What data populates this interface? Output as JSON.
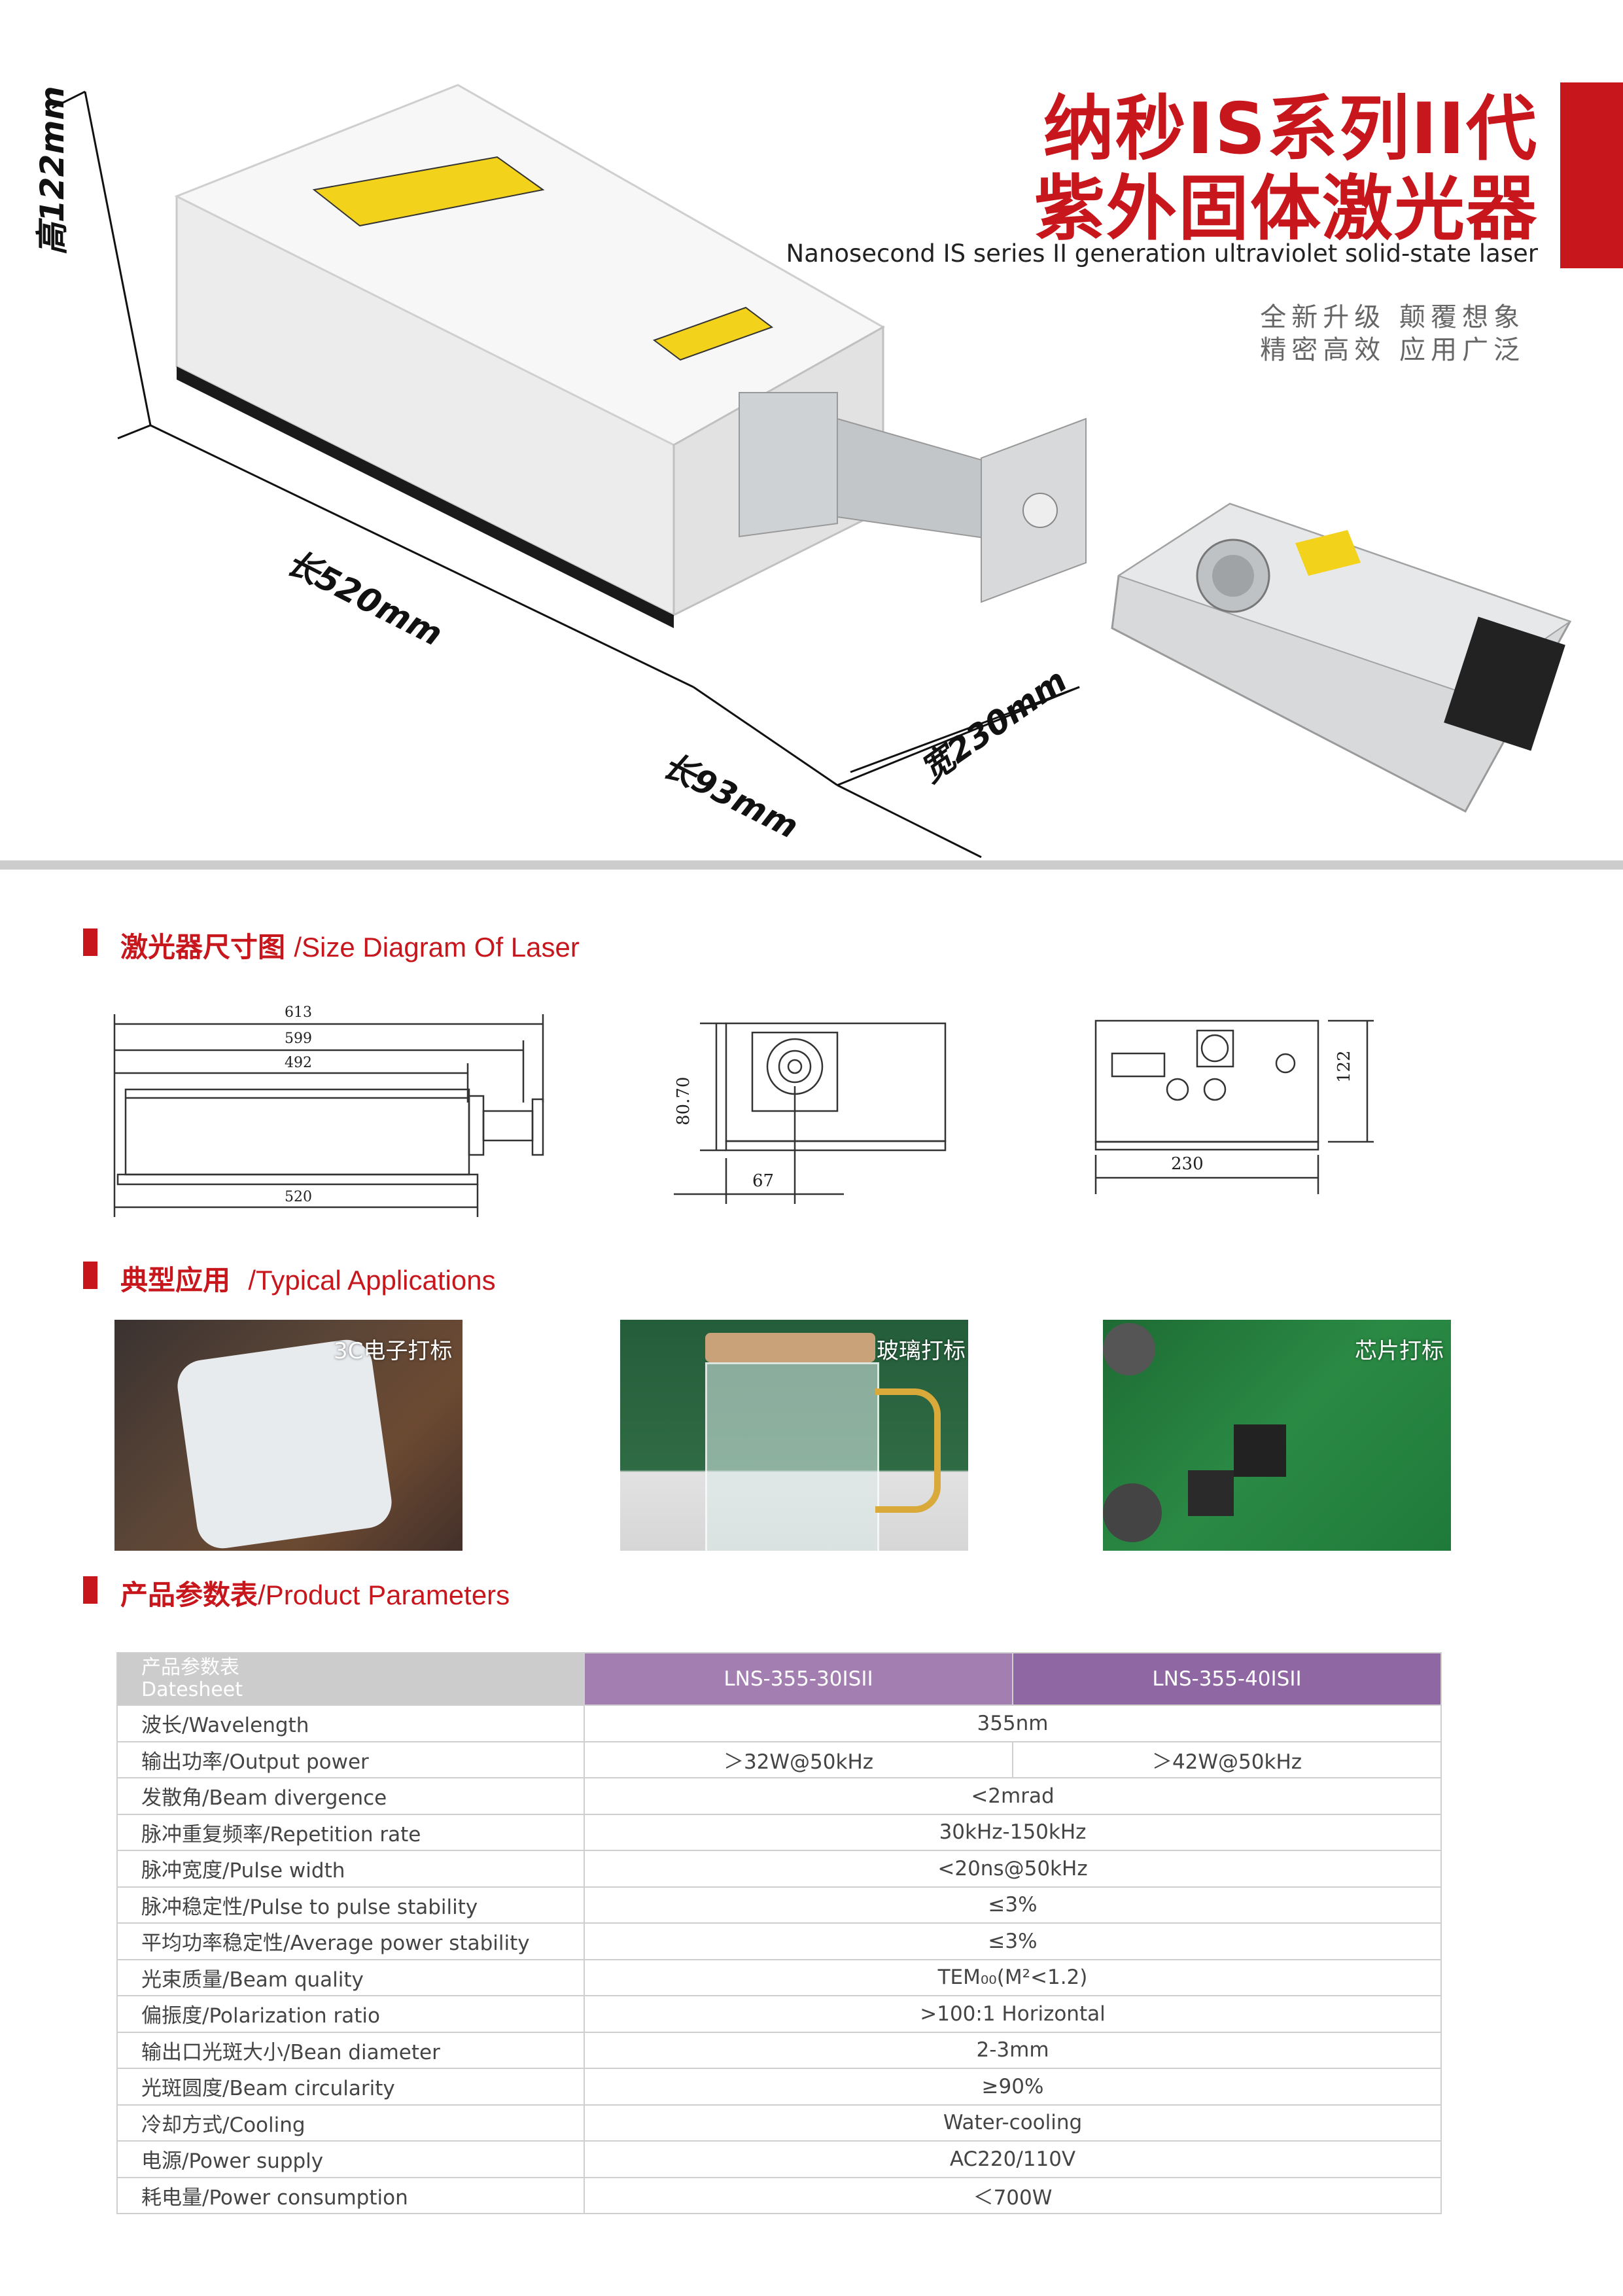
{
  "header": {
    "title_line1": "纳秒IS系列II代",
    "title_line2": "紫外固体激光器",
    "subtitle_en": "Nanosecond IS series II generation ultraviolet solid-state laser",
    "slogan_line1": "全新升级 颠覆想象",
    "slogan_line2": "精密高效 应用广泛"
  },
  "product_dims": {
    "height": "高122mm",
    "length": "长520mm",
    "length2": "长93mm",
    "width": "宽230mm"
  },
  "sections": {
    "size_cn": "激光器尺寸图",
    "size_en": "/Size Diagram Of Laser",
    "apps_cn": "典型应用",
    "apps_en": "/Typical Applications",
    "params_cn": "产品参数表",
    "params_en": "/Product Parameters"
  },
  "drawing": {
    "d613": "613",
    "d599": "599",
    "d492": "492",
    "d520": "520",
    "d80_70": "80.70",
    "d67": "67",
    "d122": "122",
    "d230": "230"
  },
  "applications": [
    {
      "label": "3C电子打标"
    },
    {
      "label": "玻璃打标"
    },
    {
      "label": "芯片打标"
    }
  ],
  "table": {
    "header": {
      "label_cn": "产品参数表",
      "label_en": "Datesheet",
      "model1": "LNS-355-30ISII",
      "model2": "LNS-355-40ISII"
    },
    "rows": [
      {
        "label": "波长/Wavelength",
        "value": "355nm"
      },
      {
        "label": "输出功率/Output  power",
        "v1": "＞32W@50kHz",
        "v2": "＞42W@50kHz"
      },
      {
        "label": "发散角/Beam  divergence",
        "value": "<2mrad"
      },
      {
        "label": "脉冲重复频率/Repetition rate",
        "value": "30kHz-150kHz"
      },
      {
        "label": "脉冲宽度/Pulse width",
        "value": "<20ns@50kHz"
      },
      {
        "label": "脉冲稳定性/Pulse to pulse stability",
        "value": "≤3%"
      },
      {
        "label": "平均功率稳定性/Average power stability",
        "value": "≤3%"
      },
      {
        "label": "光束质量/Beam quality",
        "value": "TEM₀₀(M²<1.2)"
      },
      {
        "label": "偏振度/Polarization ratio",
        "value": ">100:1 Horizontal"
      },
      {
        "label": "输出口光斑大小/Bean diameter",
        "value": "2-3mm"
      },
      {
        "label": "光斑圆度/Beam circularity",
        "value": "≥90%"
      },
      {
        "label": "冷却方式/Cooling",
        "value": "Water-cooling"
      },
      {
        "label": "电源/Power supply",
        "value": "AC220/110V"
      },
      {
        "label": "耗电量/Power consumption",
        "value": "＜700W"
      }
    ]
  },
  "colors": {
    "brand_red": "#c8161d",
    "purple1": "#a27fb0",
    "purple2": "#8f67a3"
  }
}
